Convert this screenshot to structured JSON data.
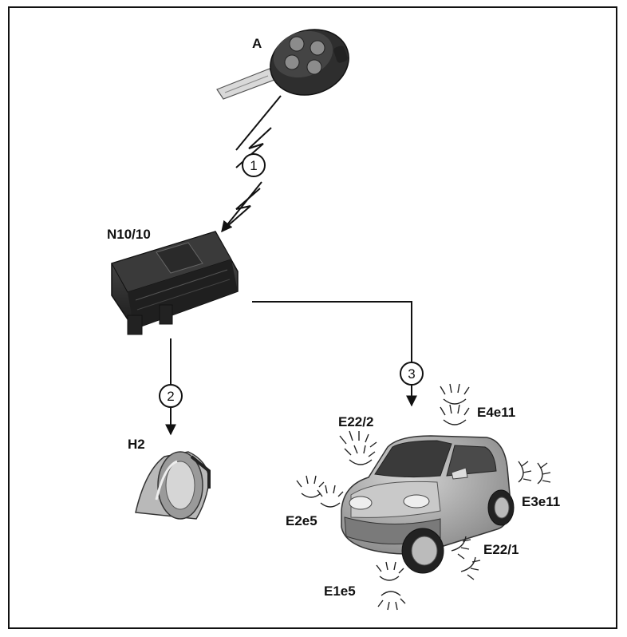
{
  "labels": {
    "key": "A",
    "control_unit": "N10/10",
    "horn": "H2",
    "e22_2": "E22/2",
    "e4e11": "E4e11",
    "e3e11": "E3e11",
    "e2e5": "E2e5",
    "e22_1": "E22/1",
    "e1e5": "E1e5"
  },
  "markers": {
    "radio_signal": "1",
    "horn_line": "2",
    "lights_line": "3"
  },
  "icons": [
    "key-fob-icon",
    "control-unit-icon",
    "horn-icon",
    "car-icon",
    "radio-signal-icon",
    "light-flash-icon"
  ]
}
